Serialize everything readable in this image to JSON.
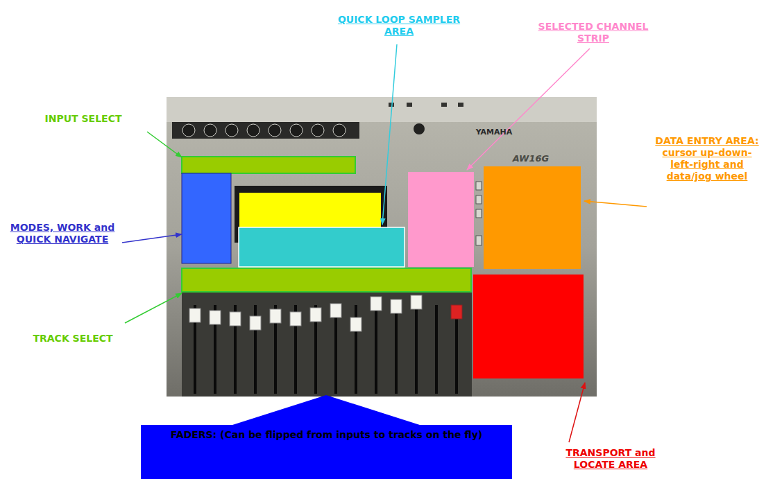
{
  "diagram": {
    "nodes": [
      {
        "text": [
          "FADERS: (Can be flipped from inputs to tracks on the fly)"
        ]
      }
    ],
    "labels": [
      "QUICK LOOP SAMPLER AREA",
      "SELECTED CHANNEL STRIP",
      "INPUT SELECT",
      "YAMAHA",
      "AW16G",
      "DATA ENTRY AREA: cursor up-down-left-right and data/jog wheel",
      "MODES, WORK and QUICK NAVIGATE",
      "TRACK SELECT",
      "TRANSPORT and LOCATE AREA"
    ]
  }
}
